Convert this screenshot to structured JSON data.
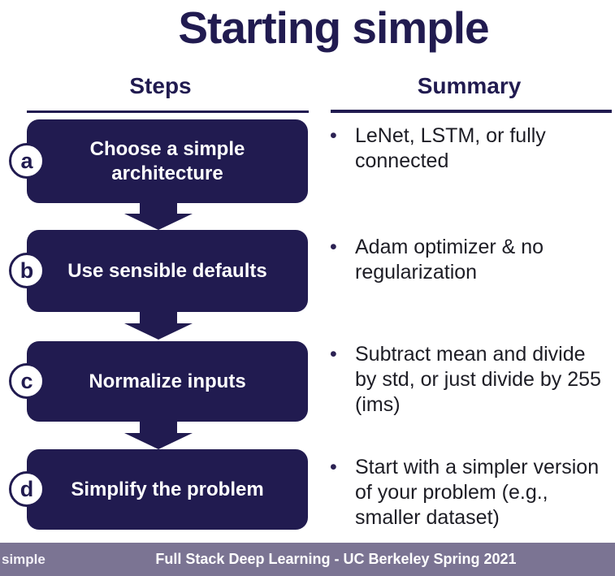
{
  "slide": {
    "title": "Starting simple",
    "steps_column": {
      "header": "Steps",
      "items": [
        {
          "badge": "a",
          "label": "Choose a simple architecture"
        },
        {
          "badge": "b",
          "label": "Use sensible defaults"
        },
        {
          "badge": "c",
          "label": "Normalize inputs"
        },
        {
          "badge": "d",
          "label": "Simplify the problem"
        }
      ]
    },
    "summary_column": {
      "header": "Summary",
      "bullet_glyph": "•",
      "bullets": [
        "LeNet, LSTM, or fully connected",
        "Adam optimizer & no regularization",
        "Subtract mean and divide by std, or just divide by 255 (ims)",
        "Start with a simpler version of your problem (e.g., smaller dataset)"
      ]
    },
    "footer": {
      "left_label": "simple",
      "center_label": "Full Stack Deep Learning - UC Berkeley Spring 2021"
    },
    "colors": {
      "navy": "#211b50",
      "footer_background": "#7b7493",
      "body_text": "#1d1d25",
      "box_text": "#ffffff"
    }
  }
}
